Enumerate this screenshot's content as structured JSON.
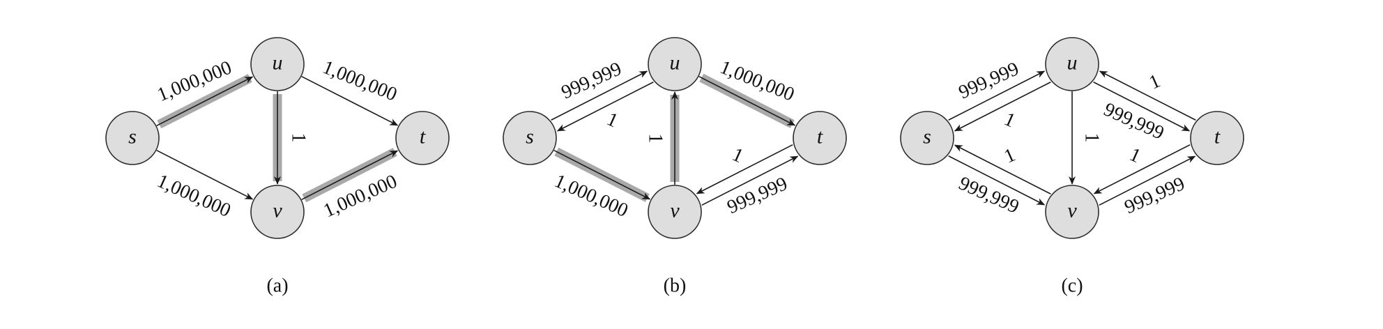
{
  "panels": [
    {
      "id": "a",
      "caption": "(a)",
      "nodes": {
        "s": "s",
        "u": "u",
        "v": "v",
        "t": "t"
      },
      "edges": [
        {
          "from": "s",
          "to": "u",
          "label": "1,000,000",
          "highlight": true
        },
        {
          "from": "s",
          "to": "v",
          "label": "1,000,000",
          "highlight": false
        },
        {
          "from": "u",
          "to": "t",
          "label": "1,000,000",
          "highlight": false
        },
        {
          "from": "u",
          "to": "v",
          "label": "1",
          "highlight": true
        },
        {
          "from": "v",
          "to": "t",
          "label": "1,000,000",
          "highlight": true
        }
      ]
    },
    {
      "id": "b",
      "caption": "(b)",
      "nodes": {
        "s": "s",
        "u": "u",
        "v": "v",
        "t": "t"
      },
      "edges": [
        {
          "from": "s",
          "to": "u",
          "label": "999,999",
          "highlight": false
        },
        {
          "from": "u",
          "to": "s",
          "label": "1",
          "highlight": false
        },
        {
          "from": "u",
          "to": "t",
          "label": "1,000,000",
          "highlight": true
        },
        {
          "from": "v",
          "to": "u",
          "label": "1",
          "highlight": true
        },
        {
          "from": "s",
          "to": "v",
          "label": "1,000,000",
          "highlight": true
        },
        {
          "from": "v",
          "to": "t",
          "label": "999,999",
          "highlight": false
        },
        {
          "from": "t",
          "to": "v",
          "label": "1",
          "highlight": false
        }
      ]
    },
    {
      "id": "c",
      "caption": "(c)",
      "nodes": {
        "s": "s",
        "u": "u",
        "v": "v",
        "t": "t"
      },
      "edges": [
        {
          "from": "s",
          "to": "u",
          "label": "999,999",
          "highlight": false
        },
        {
          "from": "u",
          "to": "s",
          "label": "1",
          "highlight": false
        },
        {
          "from": "u",
          "to": "t",
          "label": "999,999",
          "highlight": false
        },
        {
          "from": "t",
          "to": "u",
          "label": "1",
          "highlight": false
        },
        {
          "from": "u",
          "to": "v",
          "label": "1",
          "highlight": false
        },
        {
          "from": "s",
          "to": "v",
          "label": "999,999",
          "highlight": false
        },
        {
          "from": "v",
          "to": "s",
          "label": "1",
          "highlight": false
        },
        {
          "from": "v",
          "to": "t",
          "label": "999,999",
          "highlight": false
        },
        {
          "from": "t",
          "to": "v",
          "label": "1",
          "highlight": false
        }
      ]
    }
  ]
}
